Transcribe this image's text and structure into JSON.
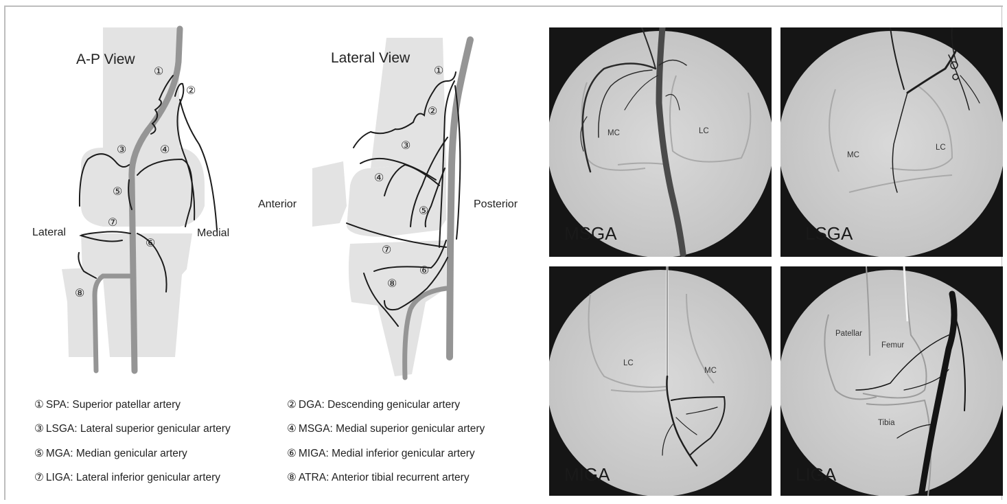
{
  "ap_view": {
    "title": "A-P View",
    "lateral_label": "Lateral",
    "medial_label": "Medial",
    "markers": [
      "①",
      "②",
      "③",
      "④",
      "⑤",
      "⑦",
      "⑥",
      "⑧"
    ]
  },
  "lateral_view": {
    "title": "Lateral View",
    "anterior_label": "Anterior",
    "posterior_label": "Posterior",
    "markers": [
      "①",
      "②",
      "③",
      "④",
      "⑤",
      "⑦",
      "⑥",
      "⑧"
    ]
  },
  "legend": [
    {
      "num": "①",
      "text": "SPA: Superior patellar artery"
    },
    {
      "num": "②",
      "text": "DGA: Descending genicular artery"
    },
    {
      "num": "③",
      "text": "LSGA: Lateral superior genicular artery"
    },
    {
      "num": "④",
      "text": "MSGA: Medial superior genicular artery"
    },
    {
      "num": "⑤",
      "text": "MGA: Median genicular artery"
    },
    {
      "num": "⑥",
      "text": "MIGA: Medial inferior genicular artery"
    },
    {
      "num": "⑦",
      "text": "LIGA: Lateral inferior genicular artery"
    },
    {
      "num": "⑧",
      "text": "ATRA: Anterior tibial recurrent artery"
    }
  ],
  "panels": {
    "msga": {
      "title": "MSGA",
      "labels": [
        "MC",
        "LC"
      ]
    },
    "lsga": {
      "title": "LSGA",
      "labels": [
        "MC",
        "LC"
      ]
    },
    "miga": {
      "title": "MIGA",
      "labels": [
        "LC",
        "MC"
      ]
    },
    "liga": {
      "title": "LIGA",
      "labels": [
        "Patellar",
        "Femur",
        "Tibia"
      ]
    }
  },
  "colors": {
    "bone": "#e3e3e3",
    "vessel": "#959595",
    "line": "#1b1b1b",
    "angio_bg": "#d3d3d3",
    "frame": "#151515"
  }
}
